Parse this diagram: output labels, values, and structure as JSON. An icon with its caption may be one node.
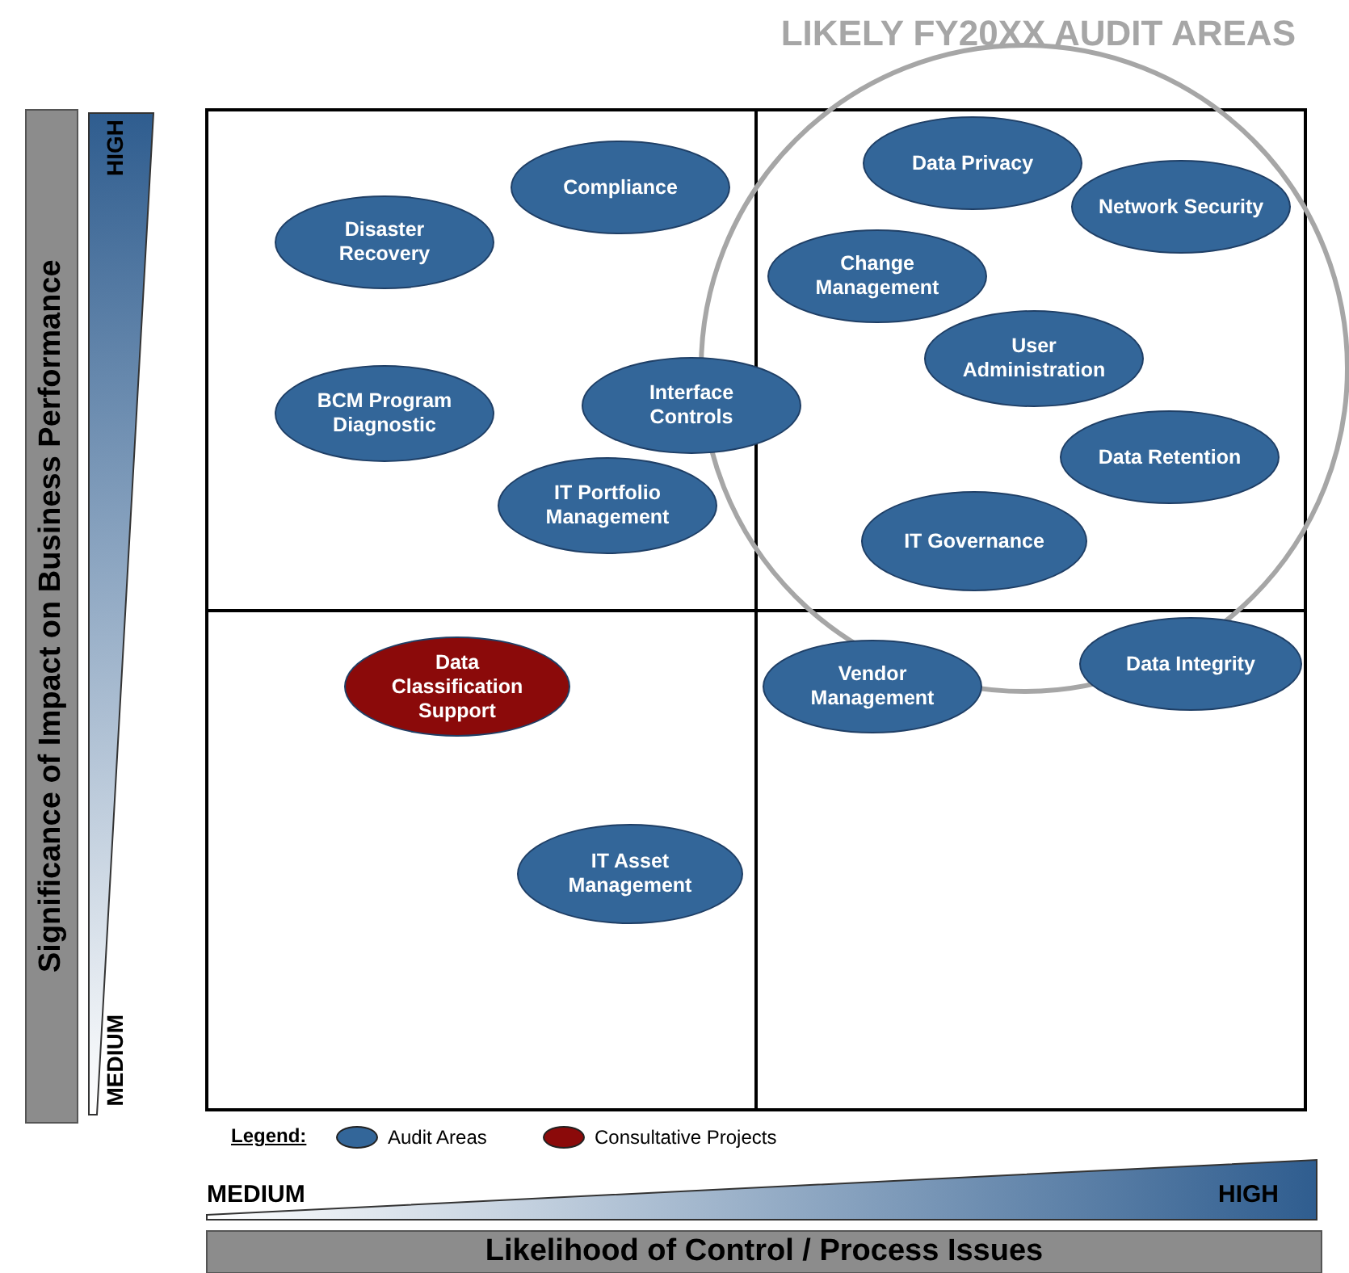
{
  "diagram": {
    "nodes": [
      {
        "text": [
          "LIKELY FY20XX AUDIT AREAS"
        ]
      },
      {
        "text": [
          "Data Privacy"
        ],
        "in": 0
      },
      {
        "text": [
          "Compliance"
        ]
      },
      {
        "text": [
          "Network Security"
        ],
        "in": 0
      },
      {
        "text": [
          "Disaster Recovery"
        ]
      },
      {
        "text": [
          "Change Management"
        ],
        "in": 0
      },
      {
        "text": [
          "User Administration"
        ],
        "in": 0
      },
      {
        "text": [
          "BCM Program Diagnostic"
        ]
      },
      {
        "text": [
          "Interface Controls"
        ]
      },
      {
        "text": [
          "Data Retention"
        ],
        "in": 0
      },
      {
        "text": [
          "IT Portfolio Management"
        ]
      },
      {
        "text": [
          "IT Governance"
        ],
        "in": 0
      },
      {
        "text": [
          "Data Integrity"
        ]
      },
      {
        "text": [
          "Data Classification Support"
        ]
      },
      {
        "text": [
          "Vendor Management"
        ]
      },
      {
        "text": [
          "IT Asset Management"
        ]
      }
    ],
    "labels": [
      "Significance of Impact on Business Performance",
      "HIGH",
      "MEDIUM",
      "Legend:",
      "MEDIUM",
      "HIGH",
      "Likelihood of Control / Process Issues"
    ],
    "legend": [
      {
        "text": "Audit Areas",
        "color": "#336699"
      },
      {
        "text": "Consultative Projects",
        "color": "#8b0a0a"
      }
    ]
  }
}
